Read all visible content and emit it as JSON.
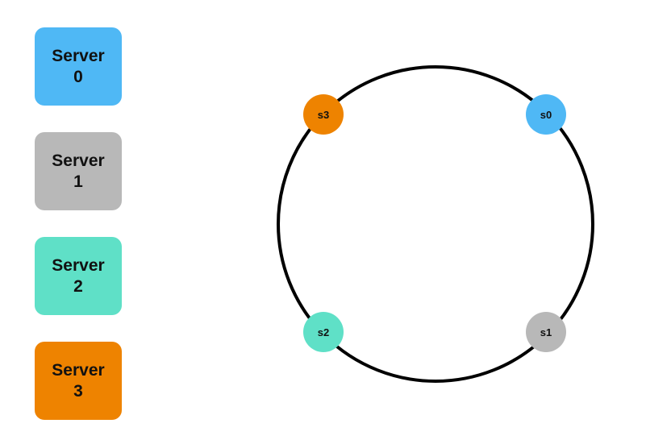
{
  "servers": [
    {
      "line1": "Server",
      "line2": "0",
      "color": "#4FB8F5"
    },
    {
      "line1": "Server",
      "line2": "1",
      "color": "#B8B8B8"
    },
    {
      "line1": "Server",
      "line2": "2",
      "color": "#5FE0C7"
    },
    {
      "line1": "Server",
      "line2": "3",
      "color": "#EE8300"
    }
  ],
  "ring": {
    "stroke_color": "#000000",
    "nodes": [
      {
        "label": "s0",
        "color": "#4FB8F5"
      },
      {
        "label": "s1",
        "color": "#B8B8B8"
      },
      {
        "label": "s2",
        "color": "#5FE0C7"
      },
      {
        "label": "s3",
        "color": "#EE8300"
      }
    ]
  }
}
